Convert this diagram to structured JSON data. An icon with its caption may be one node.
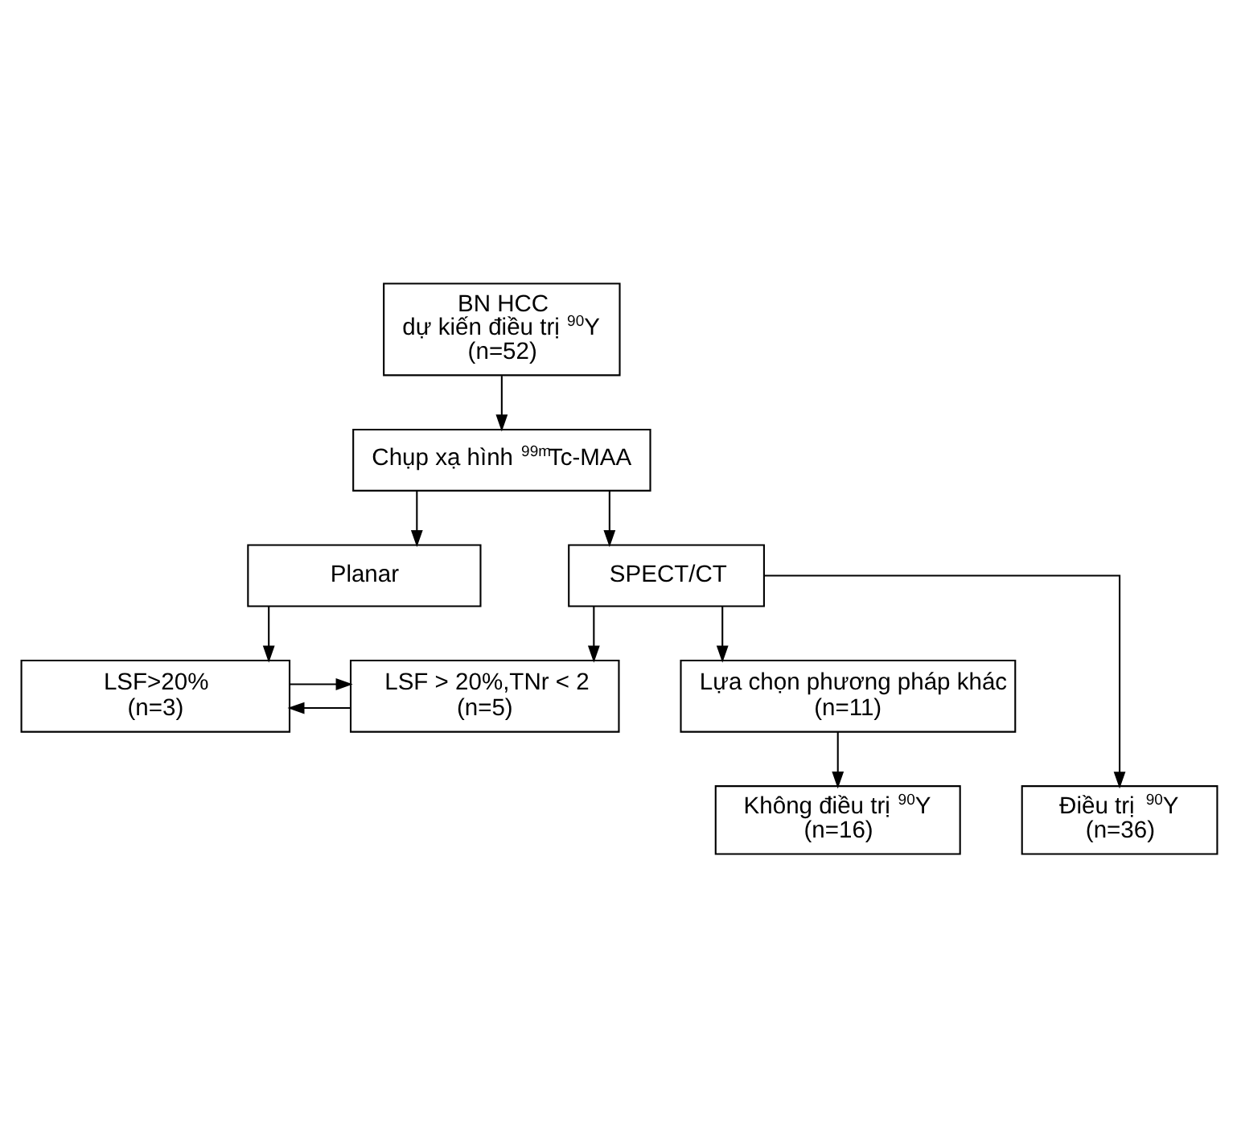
{
  "diagram": {
    "nodes": [
      {
        "text": [
          "BN HCC",
          "dự kiến điều trị $^{90}$Y",
          "(n=52)"
        ]
      },
      {
        "text": [
          "Chụp xạ hình $^{99m}$Tc-MAA"
        ]
      },
      {
        "text": [
          "Planar"
        ]
      },
      {
        "text": [
          "SPECT/CT"
        ]
      },
      {
        "text": [
          "LSF>20%",
          "(n=3)"
        ]
      },
      {
        "text": [
          "LSF > 20%,TNr < 2",
          "(n=5)"
        ]
      },
      {
        "text": [
          "Lựa chọn phương pháp khác",
          "(n=11)"
        ]
      },
      {
        "text": [
          "Không điều trị $^{90}$Y",
          "(n=16)"
        ]
      },
      {
        "text": [
          "Điều trị $^{90}$Y",
          "(n=36)"
        ]
      }
    ],
    "edges": [
      {
        "from": 0,
        "to": 1,
        "arrow": "to"
      },
      {
        "from": 1,
        "to": 2,
        "arrow": "to"
      },
      {
        "from": 1,
        "to": 3,
        "arrow": "to"
      },
      {
        "from": 2,
        "to": 4,
        "arrow": "to"
      },
      {
        "from": 5,
        "to": 4,
        "arrow": "to"
      },
      {
        "from": 4,
        "to": 5,
        "arrow": "to"
      },
      {
        "from": 3,
        "to": 5,
        "arrow": "to"
      },
      {
        "from": 3,
        "to": 6,
        "arrow": "to"
      },
      {
        "from": 6,
        "to": 7,
        "arrow": "to"
      },
      {
        "from": 3,
        "to": 8,
        "arrow": "to"
      }
    ]
  }
}
